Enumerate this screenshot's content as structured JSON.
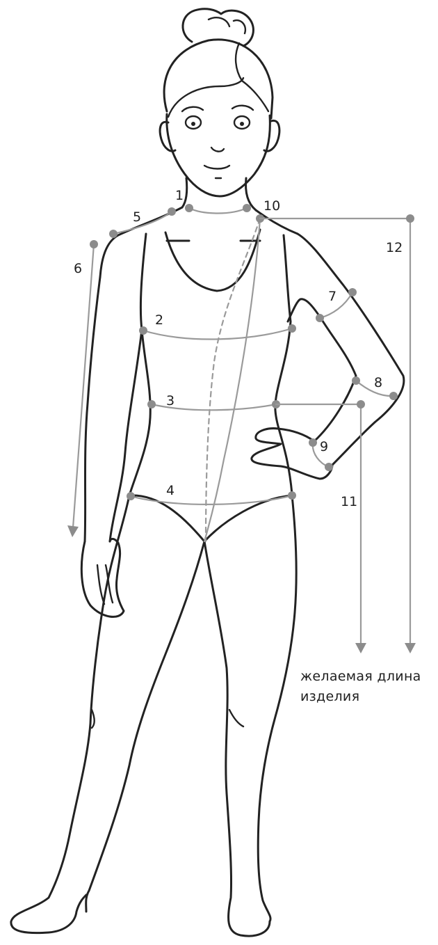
{
  "figure": {
    "labels": {
      "m1": "1",
      "m2": "2",
      "m3": "3",
      "m4": "4",
      "m5": "5",
      "m6": "6",
      "m7": "7",
      "m8": "8",
      "m9": "9",
      "m10": "10",
      "m11": "11",
      "m12": "12"
    },
    "caption_line1": "желаемая длина",
    "caption_line2": "изделия",
    "colors": {
      "outline": "#222222",
      "measure_line": "#9a9a9a",
      "measure_point": "#8c8c8c"
    }
  }
}
